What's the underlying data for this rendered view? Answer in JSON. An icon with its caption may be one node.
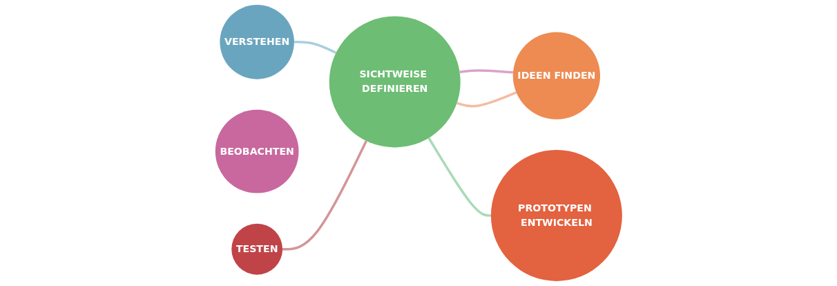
{
  "diagram": {
    "nodes": [
      {
        "text": [
          "VERSTEHEN"
        ]
      },
      {
        "text": [
          "BEOBACHTEN"
        ]
      },
      {
        "text": [
          "SICHTWEISE DEFINIEREN"
        ]
      },
      {
        "text": [
          "IDEEN FINDEN"
        ]
      },
      {
        "text": [
          "PROTOTYPEN ENTWICKELN"
        ]
      },
      {
        "text": [
          "TESTEN"
        ]
      }
    ],
    "edges": [
      {
        "from": 0,
        "to": 2,
        "arrow": "none",
        "color": "#a9cfe0"
      },
      {
        "from": 2,
        "to": 3,
        "arrow": "none",
        "color": "#d9a2cc"
      },
      {
        "from": 2,
        "to": 4,
        "arrow": "none",
        "color": "#a8dbb5"
      },
      {
        "from": 3,
        "to": 2,
        "arrow": "none",
        "color": "#f4bca3"
      },
      {
        "from": 5,
        "to": 2,
        "arrow": "none",
        "color": "#d49597"
      }
    ]
  }
}
